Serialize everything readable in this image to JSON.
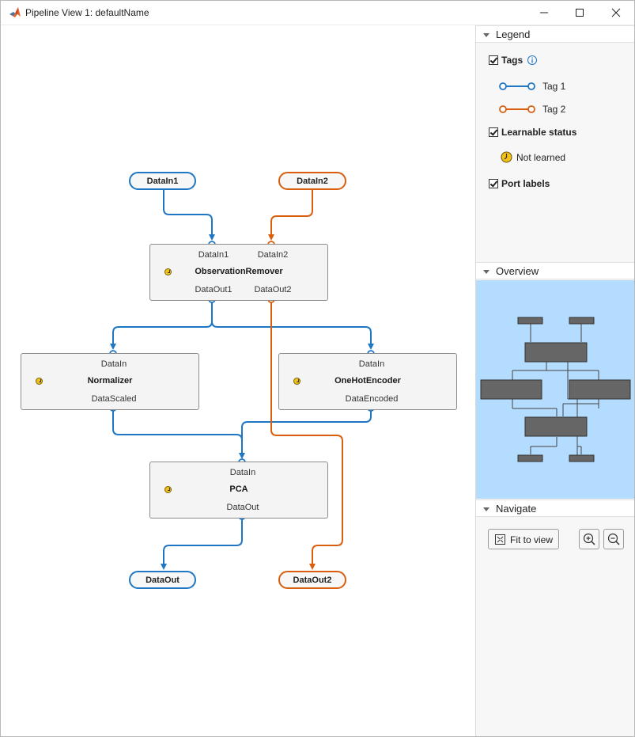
{
  "window": {
    "title": "Pipeline View 1: defaultName",
    "controls": [
      "minimize",
      "maximize",
      "close"
    ]
  },
  "pipeline": {
    "inputs": [
      {
        "name": "DataIn1",
        "tag": "Tag 1"
      },
      {
        "name": "DataIn2",
        "tag": "Tag 2"
      }
    ],
    "outputs": [
      {
        "name": "DataOut",
        "tag": "Tag 1"
      },
      {
        "name": "DataOut2",
        "tag": "Tag 2"
      }
    ],
    "nodes": {
      "observation_remover": {
        "name": "ObservationRemover",
        "in": [
          "DataIn1",
          "DataIn2"
        ],
        "out": [
          "DataOut1",
          "DataOut2"
        ],
        "status": "Not learned"
      },
      "normalizer": {
        "name": "Normalizer",
        "in": [
          "DataIn"
        ],
        "out": [
          "DataScaled"
        ],
        "status": "Not learned"
      },
      "onehot": {
        "name": "OneHotEncoder",
        "in": [
          "DataIn"
        ],
        "out": [
          "DataEncoded"
        ],
        "status": "Not learned"
      },
      "pca": {
        "name": "PCA",
        "in": [
          "DataIn"
        ],
        "out": [
          "DataOut"
        ],
        "status": "Not learned"
      }
    }
  },
  "legend": {
    "header": "Legend",
    "tags_label": "Tags",
    "tags_checked": true,
    "tag1": {
      "label": "Tag 1",
      "color": "#1f77c4"
    },
    "tag2": {
      "label": "Tag 2",
      "color": "#d95f0e"
    },
    "learnable_label": "Learnable status",
    "learnable_checked": true,
    "not_learned_label": "Not learned",
    "port_labels_label": "Port labels",
    "port_labels_checked": true
  },
  "overview": {
    "header": "Overview",
    "background": "#b3dcff"
  },
  "navigate": {
    "header": "Navigate",
    "fit_label": "Fit to view",
    "zoom_in": "zoom-in-icon",
    "zoom_out": "zoom-out-icon"
  }
}
